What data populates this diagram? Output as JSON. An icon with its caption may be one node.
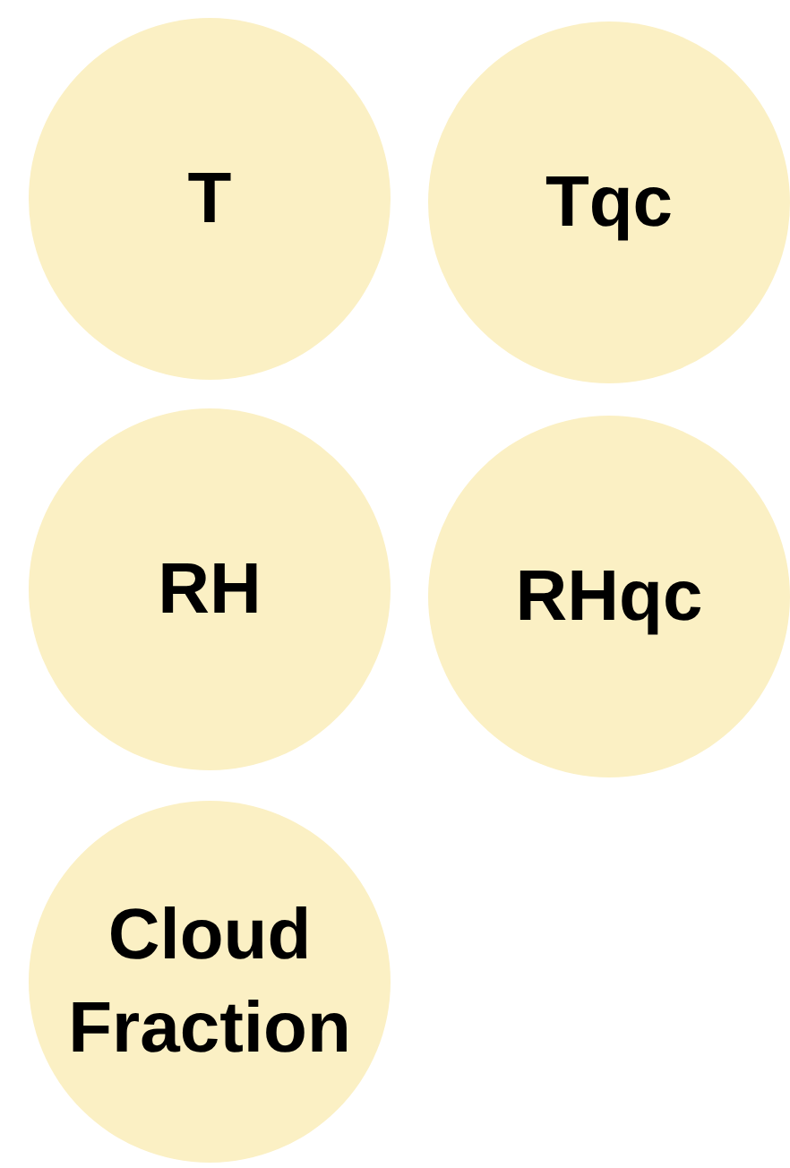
{
  "diagram": {
    "nodes": [
      {
        "text": [
          "T"
        ]
      },
      {
        "text": [
          "Tqc"
        ]
      },
      {
        "text": [
          "RH"
        ]
      },
      {
        "text": [
          "RHqc"
        ]
      },
      {
        "text": [
          "Cloud Fraction"
        ]
      }
    ]
  }
}
